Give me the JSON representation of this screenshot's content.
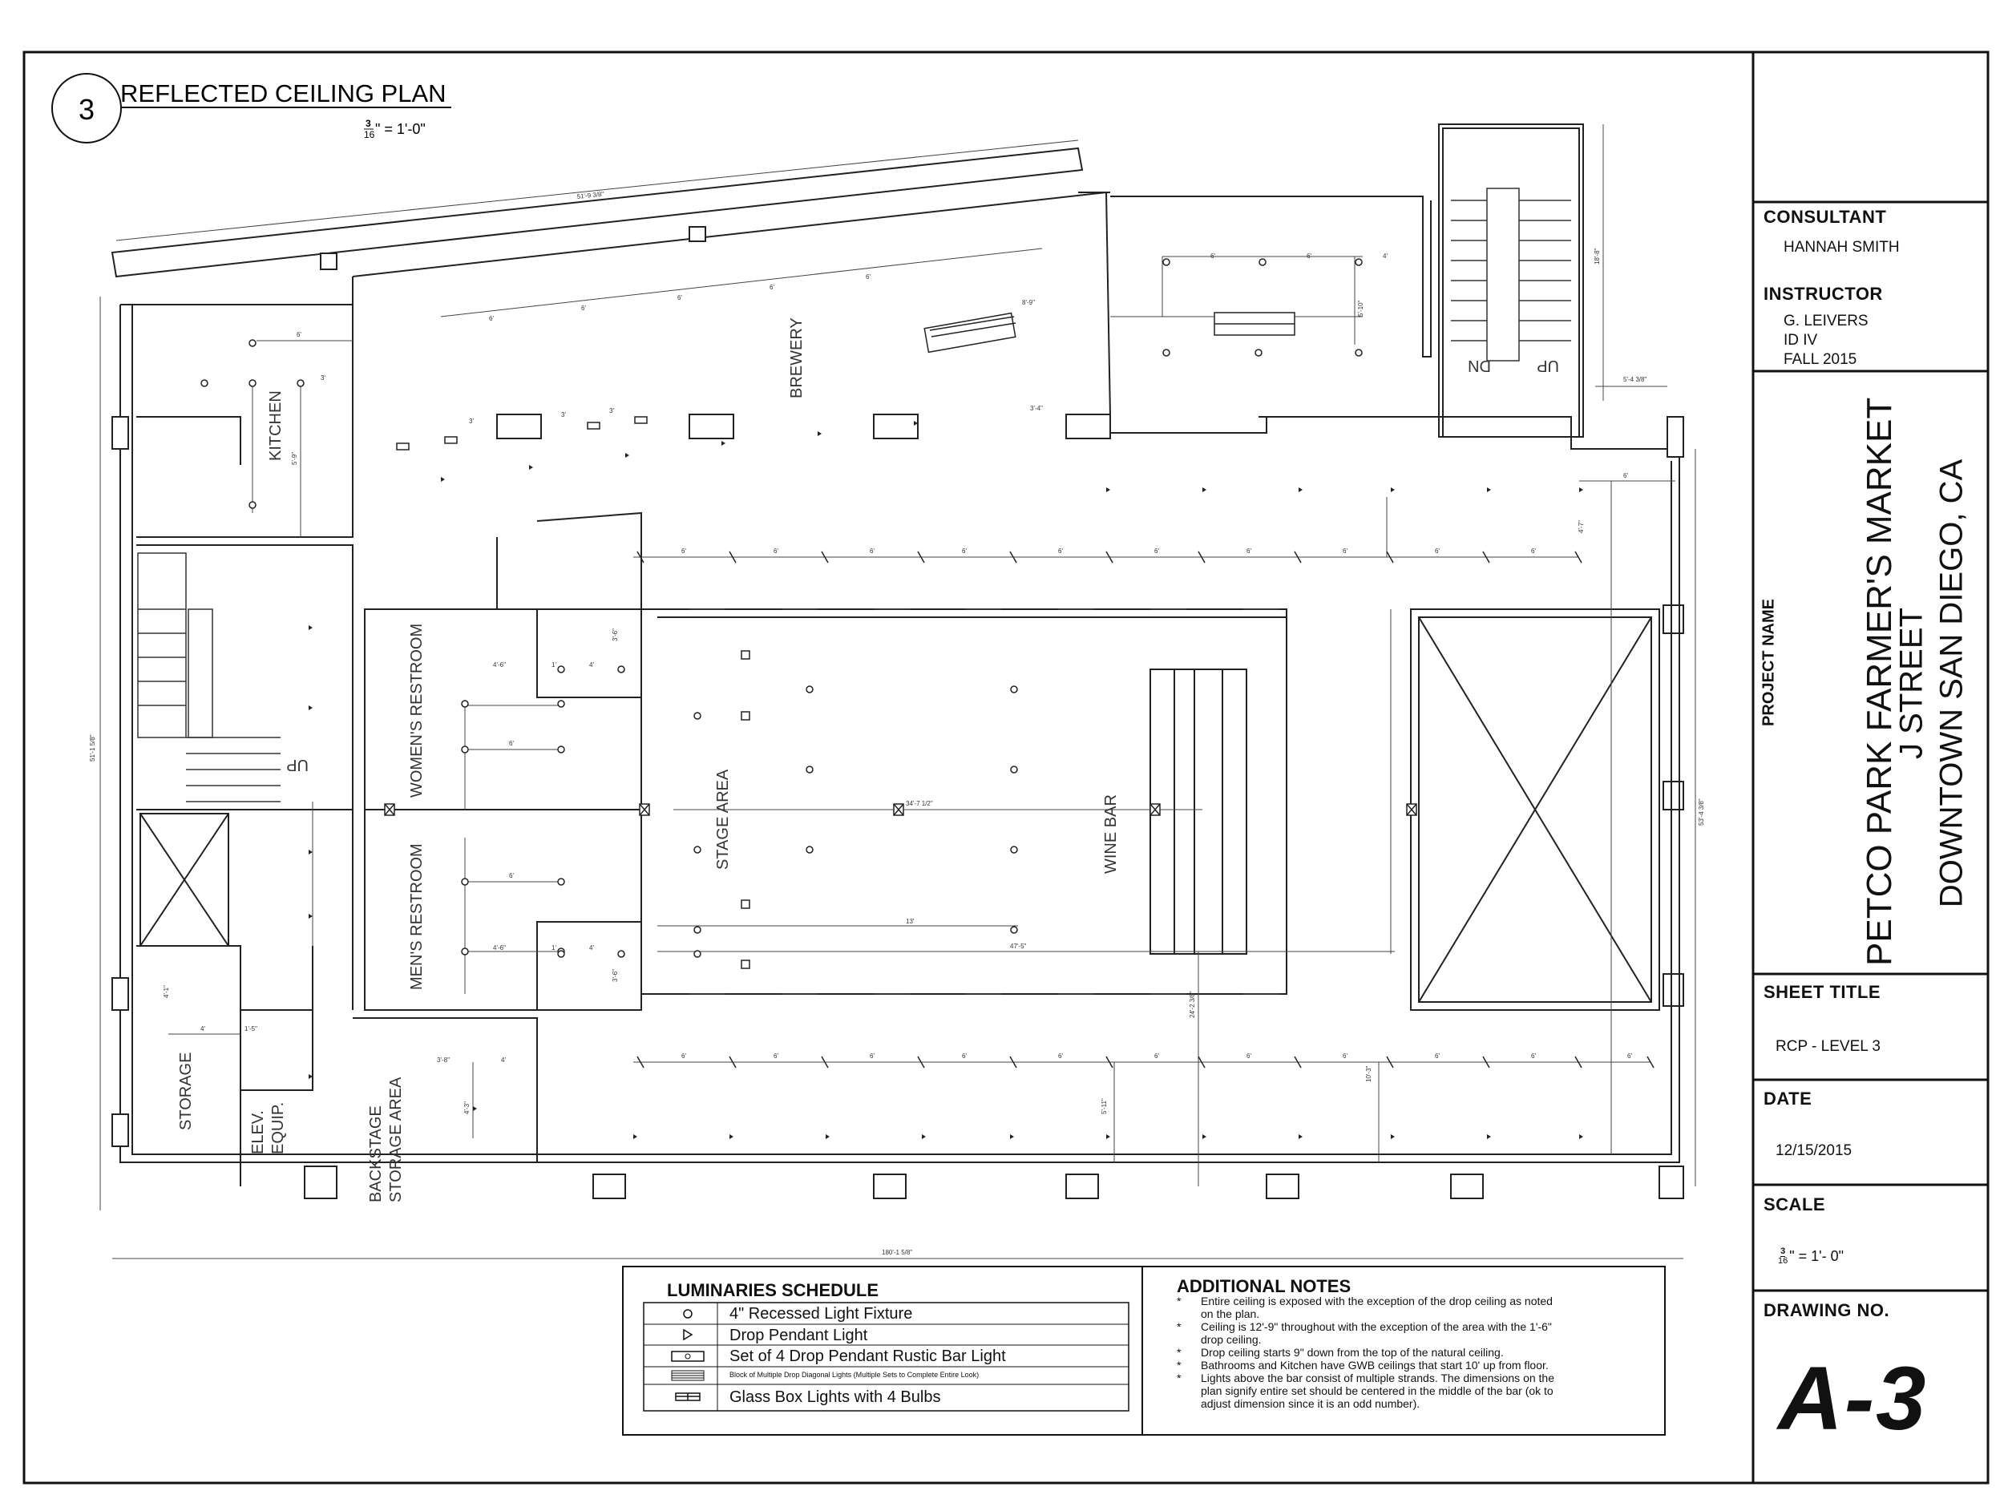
{
  "drawing": {
    "view_number": "3",
    "title": "REFLECTED CEILING PLAN",
    "scale_num": "3",
    "scale_den": "16",
    "scale_rest": "\" = 1'-0\""
  },
  "rooms": {
    "kitchen": "KITCHEN",
    "brewery": "BREWERY",
    "womens": "WOMEN'S  RESTROOM",
    "mens": "MEN'S  RESTROOM",
    "stage": "STAGE  AREA",
    "wine_bar": "WINE  BAR",
    "storage": "STORAGE",
    "elev_1": "ELEV.",
    "elev_2": "EQUIP.",
    "backstage_1": "BACKSTAGE",
    "backstage_2": "STORAGE  AREA",
    "stair_up_1": "UP",
    "stair_up_2": "UP",
    "stair_dn": "DN"
  },
  "dimensions": {
    "top_diag": "51'-9 3/8\"",
    "left_overall": "51'-1 5/8\"",
    "bottom_overall": "180'-1 5/8\"",
    "right_overall": "53'-4 3/8\"",
    "stair_right": "18'-8\"",
    "stair_side": "5'-4 3/8\"",
    "six": "6'",
    "four": "4'",
    "three": "3'",
    "thirteen": "13'",
    "stage_long": "34'-7 1/2\"",
    "stage_bottom": "47'-5\"",
    "wine_v": "24'-2 3/8\"",
    "brew_a": "8'-9\"",
    "brew_b": "3'-4\"",
    "brew_c": "5'-10\"",
    "rest_a": "4'-6\"",
    "rest_b": "3'-6\"",
    "rest_c": "1'",
    "kit_a": "5'-9\"",
    "stor_a": "4'-1\"",
    "stor_b": "1'-5\"",
    "back_a": "3'-8\"",
    "back_b": "4'-3\"",
    "low_a": "5'-11\"",
    "low_b": "10'-3\"",
    "upper_c": "4'-7\""
  },
  "title_block": {
    "consultant_label": "CONSULTANT",
    "consultant_name": "HANNAH SMITH",
    "instructor_label": "INSTRUCTOR",
    "instructor_lines": [
      "G. LEIVERS",
      "ID IV",
      "FALL 2015"
    ],
    "project_name_label": "PROJECT NAME",
    "project_lines": [
      "PETCO PARK FARMER'S MARKET",
      "J STREET",
      "DOWNTOWN SAN DIEGO, CA"
    ],
    "sheet_title_label": "SHEET TITLE",
    "sheet_title": "RCP - LEVEL 3",
    "date_label": "DATE",
    "date": "12/15/2015",
    "scale_label": "SCALE",
    "scale_num": "3",
    "scale_den": "16",
    "scale_rest": "\" = 1'- 0\"",
    "drawing_no_label": "DRAWING NO.",
    "drawing_no": "A-3"
  },
  "luminaries": {
    "title": "LUMINARIES SCHEDULE",
    "items": [
      {
        "symbol": "circle",
        "label": "4\" Recessed Light Fixture"
      },
      {
        "symbol": "triangle",
        "label": "Drop Pendant Light"
      },
      {
        "symbol": "rect-circle",
        "label": "Set of 4 Drop Pendant Rustic Bar Light"
      },
      {
        "symbol": "hatched-rect",
        "label": "Block of Multiple Drop Diagonal Lights (Multiple Sets to Complete Entire Look)"
      },
      {
        "symbol": "split-rect",
        "label": "Glass Box Lights with 4 Bulbs"
      }
    ]
  },
  "notes": {
    "title": "ADDITIONAL NOTES",
    "bullet": "*",
    "items": [
      [
        "Entire ceiling is exposed with the exception of the drop ceiling as noted",
        "on the plan."
      ],
      [
        "Ceiling is 12'-9\" throughout with the exception of the area with the 1'-6\"",
        "drop ceiling."
      ],
      [
        "Drop ceiling starts 9\" down from the top of the natural ceiling."
      ],
      [
        "Bathrooms and Kitchen have GWB ceilings that start 10' up from floor."
      ],
      [
        "Lights above the bar consist of multiple strands. The dimensions on the",
        "plan signify entire set should be centered in the middle of the bar (ok to",
        "adjust dimension since it is an odd number)."
      ]
    ]
  }
}
